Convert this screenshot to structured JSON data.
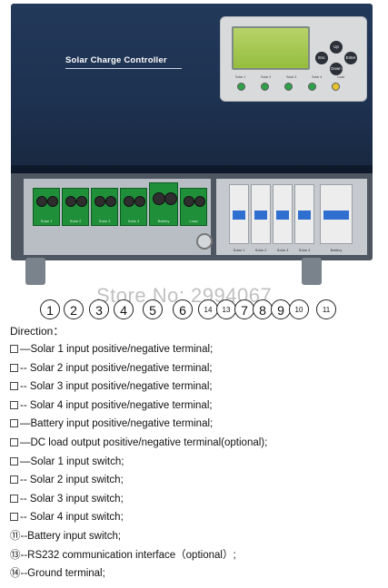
{
  "device": {
    "title": "Solar Charge Controller",
    "buttons": {
      "up": "Up",
      "esc": "Esc",
      "enter": "Enter",
      "down": "Down"
    },
    "led_labels": [
      "Solar 1",
      "Solar 2",
      "Solar 3",
      "Solar 4",
      "Load"
    ],
    "terminal_labels": [
      "Solar 1",
      "Solar 2",
      "Solar 3",
      "Solar 4",
      "Battery",
      "Load"
    ],
    "breaker_labels": [
      "Solar 1",
      "Solar 2",
      "Solar 3",
      "Solar 4",
      "Battery"
    ]
  },
  "watermark": "Store No: 2994067",
  "callouts": [
    "1",
    "2",
    "3",
    "4",
    "5",
    "6",
    "14",
    "13",
    "7",
    "8",
    "9",
    "10",
    "11"
  ],
  "legend": {
    "heading": "Direction：",
    "items": [
      {
        "marker": "",
        "text": "—Solar 1 input positive/negative terminal;"
      },
      {
        "marker": "",
        "text": "-- Solar 2 input positive/negative terminal;"
      },
      {
        "marker": "",
        "text": "-- Solar 3 input positive/negative terminal;"
      },
      {
        "marker": "",
        "text": "-- Solar 4 input positive/negative terminal;"
      },
      {
        "marker": "",
        "text": "—Battery input positive/negative terminal;"
      },
      {
        "marker": "",
        "text": "—DC load output positive/negative terminal(optional);"
      },
      {
        "marker": "",
        "text": "—Solar 1 input switch;"
      },
      {
        "marker": "",
        "text": "-- Solar 2 input switch;"
      },
      {
        "marker": "",
        "text": "-- Solar 3 input switch;"
      },
      {
        "marker": "",
        "text": "-- Solar 4 input switch;"
      },
      {
        "marker": "⑪",
        "text": "--Battery input switch;"
      },
      {
        "marker": "⑬",
        "text": "--RS232 communication interface（optional）;"
      },
      {
        "marker": "⑭",
        "text": "--Ground terminal;"
      }
    ]
  }
}
